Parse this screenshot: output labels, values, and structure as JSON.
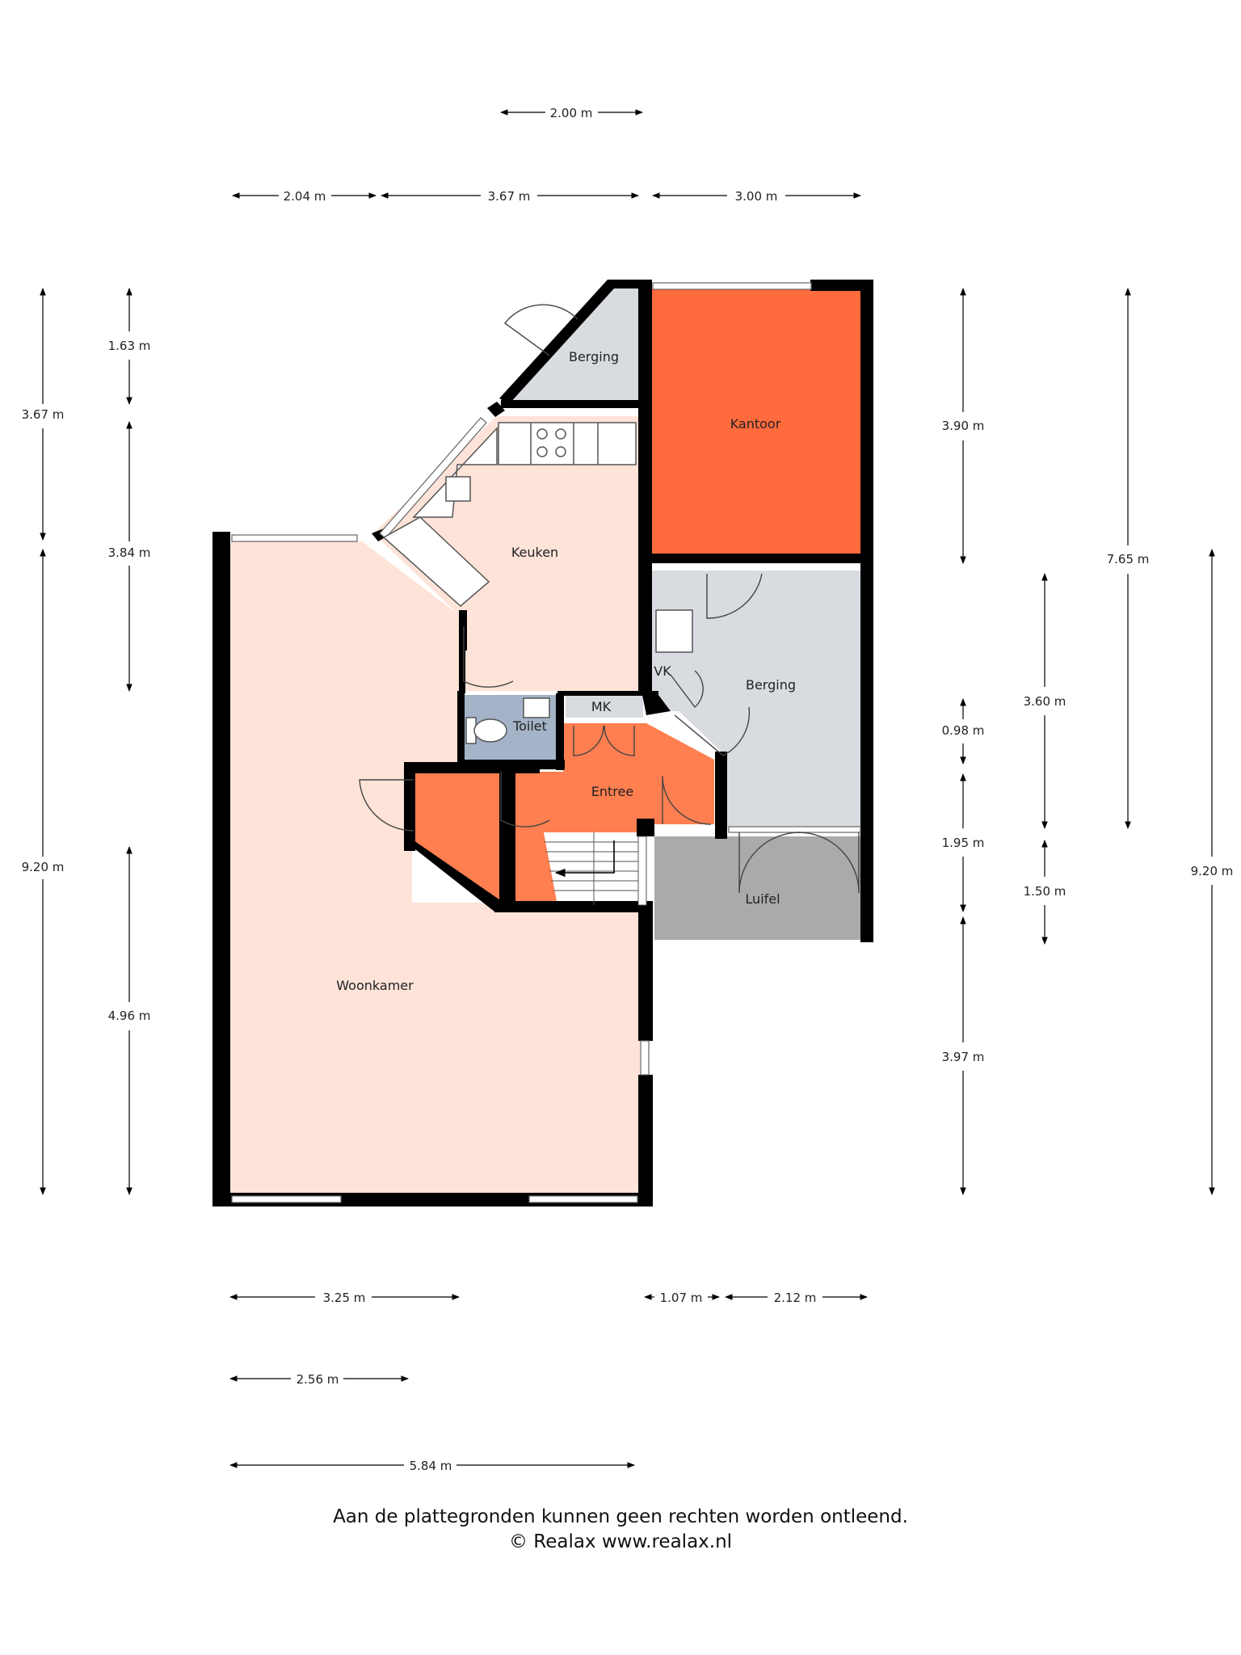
{
  "dimensions": {
    "top_2_00": "2.00 m",
    "top_2_04": "2.04 m",
    "top_3_67": "3.67 m",
    "top_3_00": "3.00 m",
    "left_outer_3_67": "3.67 m",
    "left_outer_9_20": "9.20 m",
    "left_inner_1_63": "1.63 m",
    "left_inner_3_84": "3.84 m",
    "left_inner_4_96": "4.96 m",
    "right_3_90": "3.90 m",
    "right_0_98": "0.98 m",
    "right_1_95": "1.95 m",
    "right_3_97": "3.97 m",
    "right_3_60": "3.60 m",
    "right_1_50": "1.50 m",
    "right_7_65": "7.65 m",
    "right_9_20": "9.20 m",
    "bottom_3_25": "3.25 m",
    "bottom_1_07": "1.07 m",
    "bottom_2_12": "2.12 m",
    "bottom_2_56": "2.56 m",
    "bottom_5_84": "5.84 m"
  },
  "rooms": {
    "berging_top": "Berging",
    "kantoor": "Kantoor",
    "keuken": "Keuken",
    "berging_right": "Berging",
    "vk": "VK",
    "mk": "MK",
    "toilet": "Toilet",
    "entree": "Entree",
    "luifel": "Luifel",
    "woonkamer": "Woonkamer"
  },
  "colors": {
    "wall": "#000000",
    "woonkamer": "#fde3d8",
    "keuken": "#fde3d8",
    "kantoor": "#ff6b3d",
    "entree": "#ff7f50",
    "berging": "#d8dbe0",
    "toilet": "#a5b3c8",
    "luifel": "#aaaaaa"
  },
  "footer": {
    "disclaimer": "Aan de plattegronden kunnen geen rechten worden ontleend.",
    "copyright": "© Realax www.realax.nl"
  }
}
